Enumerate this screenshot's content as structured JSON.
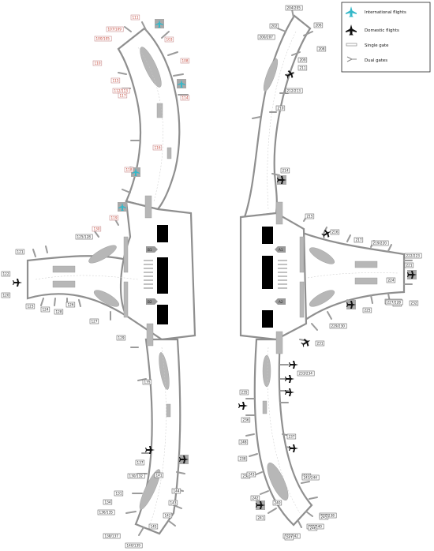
{
  "legend": {
    "items": [
      {
        "label": "International flights",
        "icon": "plane-intl-icon",
        "color": "#35b8c9"
      },
      {
        "label": "Domestic flights",
        "icon": "plane-domestic-icon",
        "color": "#111111"
      },
      {
        "label": "Single gate",
        "icon": "single-gate-icon"
      },
      {
        "label": "Dual gates",
        "icon": "dual-gate-icon"
      }
    ]
  },
  "left_labels": {
    "top": [
      "111",
      "107/109",
      "100/105",
      "103",
      "108",
      "110",
      "115",
      "112/113",
      "117",
      "114",
      "116",
      "118",
      "119"
    ],
    "mid": [
      "121",
      "122",
      "120"
    ],
    "arm": [
      "125/128",
      "130",
      "123",
      "124",
      "128",
      "126",
      "127",
      "129"
    ],
    "south": [
      "134",
      "135",
      "137",
      "130/132",
      "131",
      "136/135",
      "141",
      "144",
      "142",
      "143",
      "138/137",
      "140/139",
      "145"
    ]
  },
  "right_labels": {
    "top": [
      "204/205",
      "202",
      "200/207",
      "206",
      "208",
      "209",
      "211",
      "212/213",
      "210",
      "214"
    ],
    "arm": [
      "215",
      "216",
      "217",
      "219/220",
      "222/223",
      "221",
      "224",
      "225",
      "226/227",
      "228",
      "229/230",
      "227/228",
      "231",
      "232"
    ],
    "south": [
      "233/234",
      "235",
      "236",
      "237",
      "238",
      "239",
      "240",
      "241",
      "242",
      "243",
      "244",
      "237/238",
      "239/240",
      "241/242",
      "243/244",
      "245",
      "246",
      "247",
      "248"
    ]
  },
  "markers": {
    "A1": "A1",
    "A2": "A2",
    "B1": "B1",
    "B2": "B2"
  }
}
